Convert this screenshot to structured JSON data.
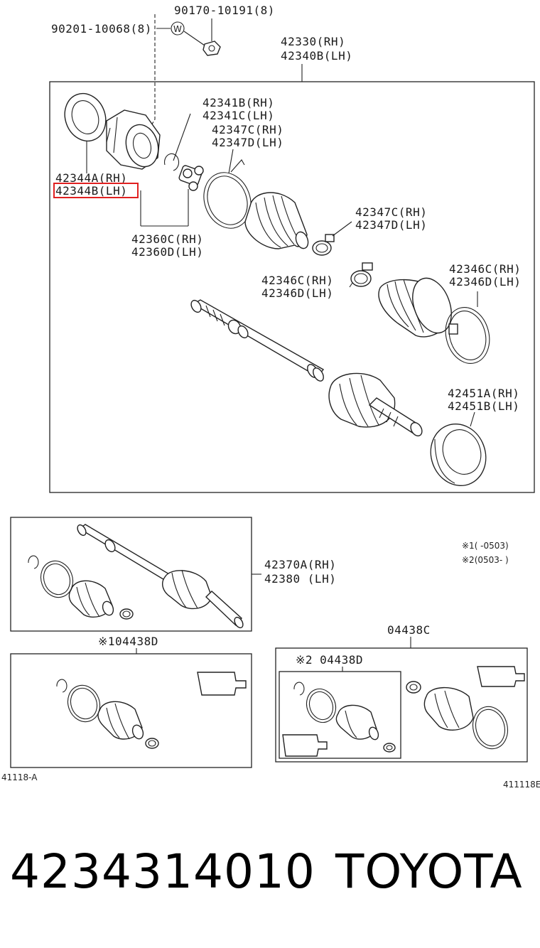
{
  "labels": {
    "bolt": "90170-10191(8)",
    "washer": "90201-10068(8)",
    "shaft_rh": "42330(RH)",
    "shaft_lh": "42340B(LH)",
    "snap_rh": "42341B(RH)",
    "snap_lh": "42341C(LH)",
    "clamp_a_rh": "42347C(RH)",
    "clamp_a_lh": "42347D(LH)",
    "joint_rh": "42344A(RH)",
    "joint_lh": "42344B(LH)",
    "clamp_b_rh": "42347C(RH)",
    "clamp_b_lh": "42347D(LH)",
    "spider_rh": "42360C(RH)",
    "spider_lh": "42360D(LH)",
    "clamp_c_rh": "42346C(RH)",
    "clamp_c_lh": "42346D(LH)",
    "clamp_d_rh": "42346C(RH)",
    "clamp_d_lh": "42346D(LH)",
    "boot_rh": "42451A(RH)",
    "boot_lh": "42451B(LH)",
    "assy_rh": "42370A(RH)",
    "assy_lh": "42380 (LH)",
    "note1": "※1(    -0503)",
    "note2": "※2(0503-    )",
    "kit1": "※104438D",
    "kit_c": "04438C",
    "kit2": "※2 04438D",
    "ref_left": "41118-A",
    "ref_right": "411118E",
    "washer_symbol": "W"
  },
  "footer": {
    "part_number": "4234314010",
    "brand": "TOYOTA"
  },
  "colors": {
    "highlight": "#e02020",
    "line": "#222222"
  }
}
